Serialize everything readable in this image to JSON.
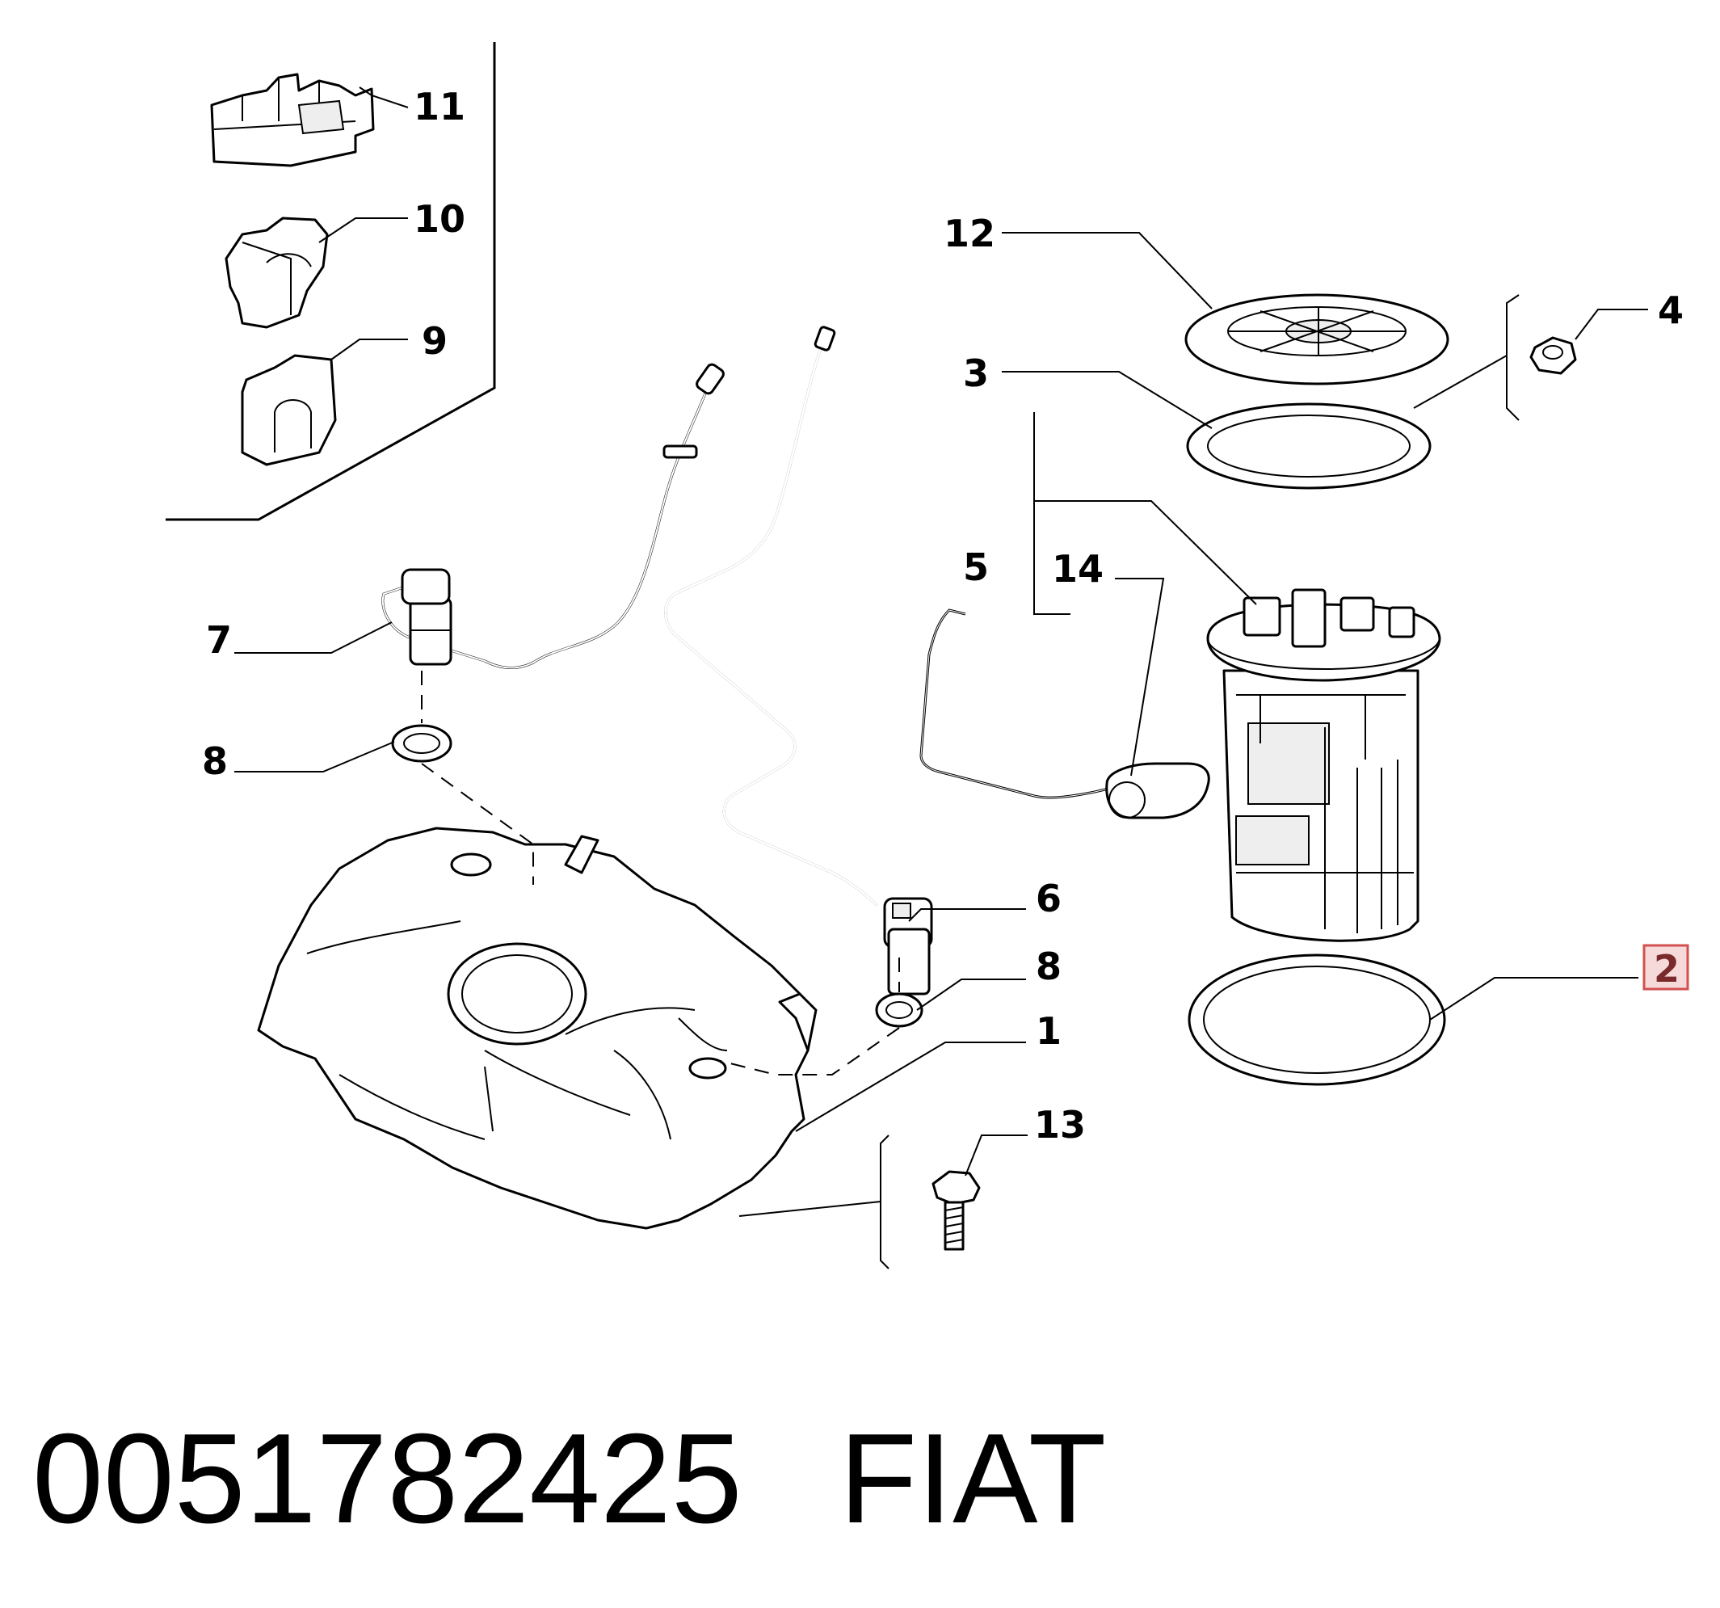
{
  "callouts": {
    "c1": "1",
    "c2": "2",
    "c3": "3",
    "c4": "4",
    "c5": "5",
    "c6": "6",
    "c7": "7",
    "c8a": "8",
    "c8b": "8",
    "c9": "9",
    "c10": "10",
    "c11": "11",
    "c12": "12",
    "c13": "13",
    "c14": "14"
  },
  "highlighted_callout": "2",
  "highlight_colors": {
    "fill": "#f6dada",
    "border": "#d25050",
    "text": "#7a2a2a"
  },
  "footer": {
    "part_number": "0051782425",
    "brand": "FIAT"
  }
}
